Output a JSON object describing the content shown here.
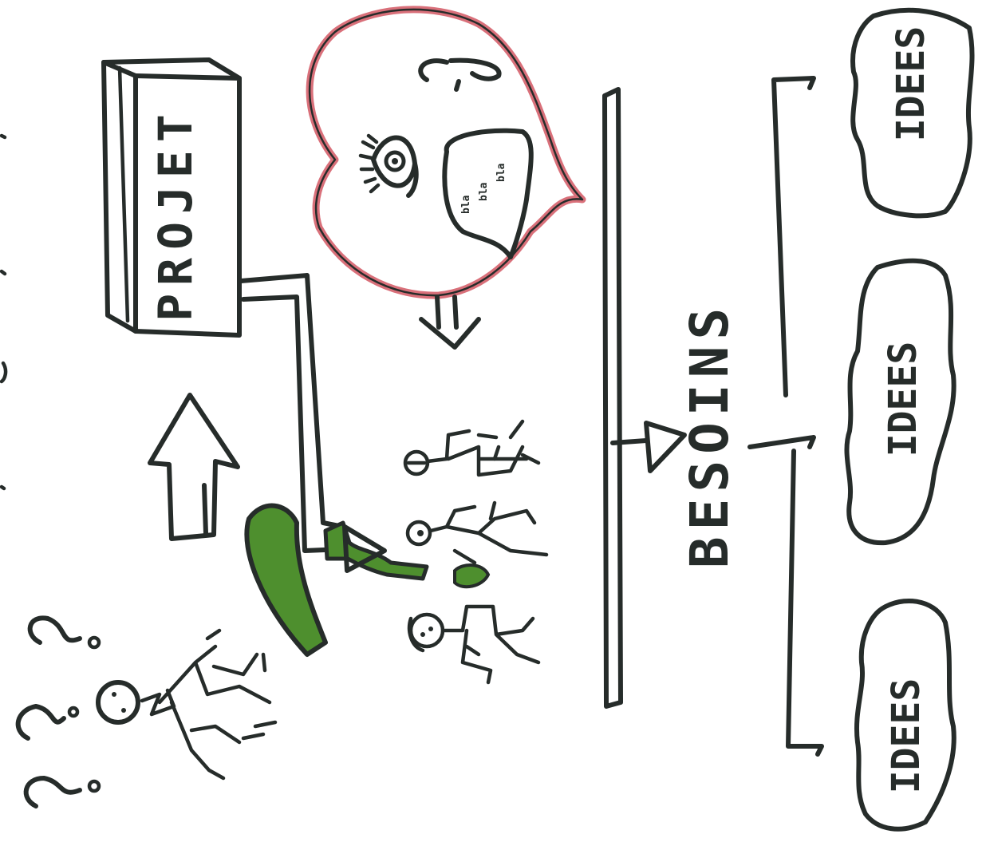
{
  "diagram": {
    "project_label": "PROJET",
    "needs_label": "BESOINS",
    "ideas": [
      "IDEES",
      "IDEES",
      "IDEES"
    ],
    "speech_bubble_lines": [
      "bla",
      "bla",
      "bla"
    ],
    "colors": {
      "ink": "#262c2a",
      "heart_outline": "#d9707a",
      "green_arrow": "#4e8f2e",
      "paper": "#ffffff"
    },
    "icons": [
      "project-box-icon",
      "heart-bubble-icon",
      "eye-icon",
      "speech-bubble-icon",
      "person-icon",
      "question-mark-icon",
      "idea-cloud-icon",
      "arrow-icon"
    ]
  }
}
